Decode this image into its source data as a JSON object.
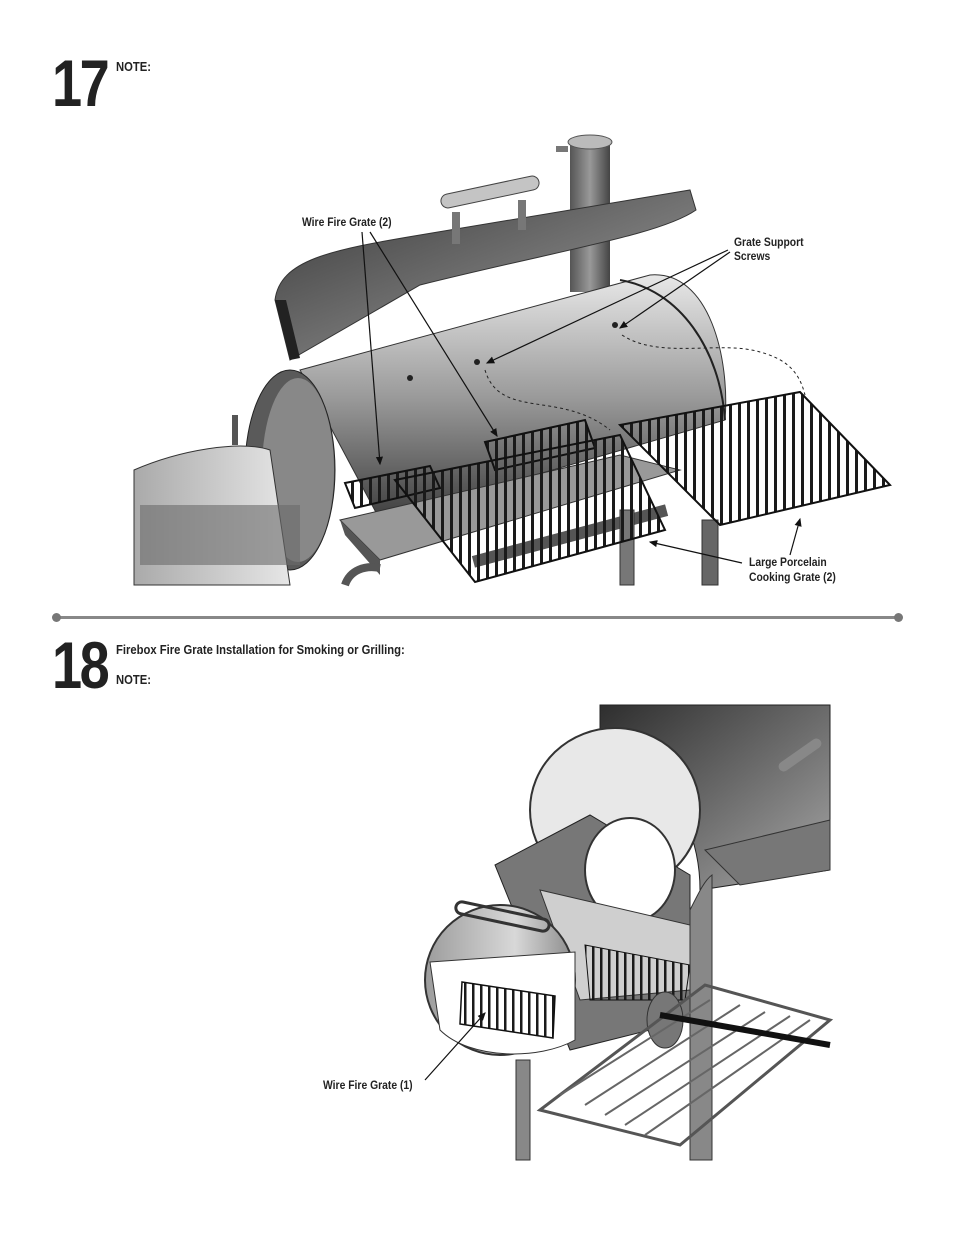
{
  "step17": {
    "number": "17",
    "note_label": "NOTE:",
    "callouts": {
      "wire_fire_grate": "Wire Fire Grate (2)",
      "grate_support_line1": "Grate Support",
      "grate_support_line2": "Screws",
      "large_grate_line1": "Large Porcelain",
      "large_grate_line2": "Cooking Grate (2)"
    }
  },
  "step18": {
    "number": "18",
    "heading": "Firebox Fire Grate Installation for Smoking or Grilling:",
    "note_label": "NOTE:",
    "callouts": {
      "wire_fire_grate": "Wire Fire Grate (1)"
    }
  },
  "colors": {
    "metal_dark": "#4a4a4a",
    "metal_mid": "#8a8a8a",
    "metal_light": "#d6d6d6",
    "divider": "#888888",
    "text": "#222222"
  }
}
